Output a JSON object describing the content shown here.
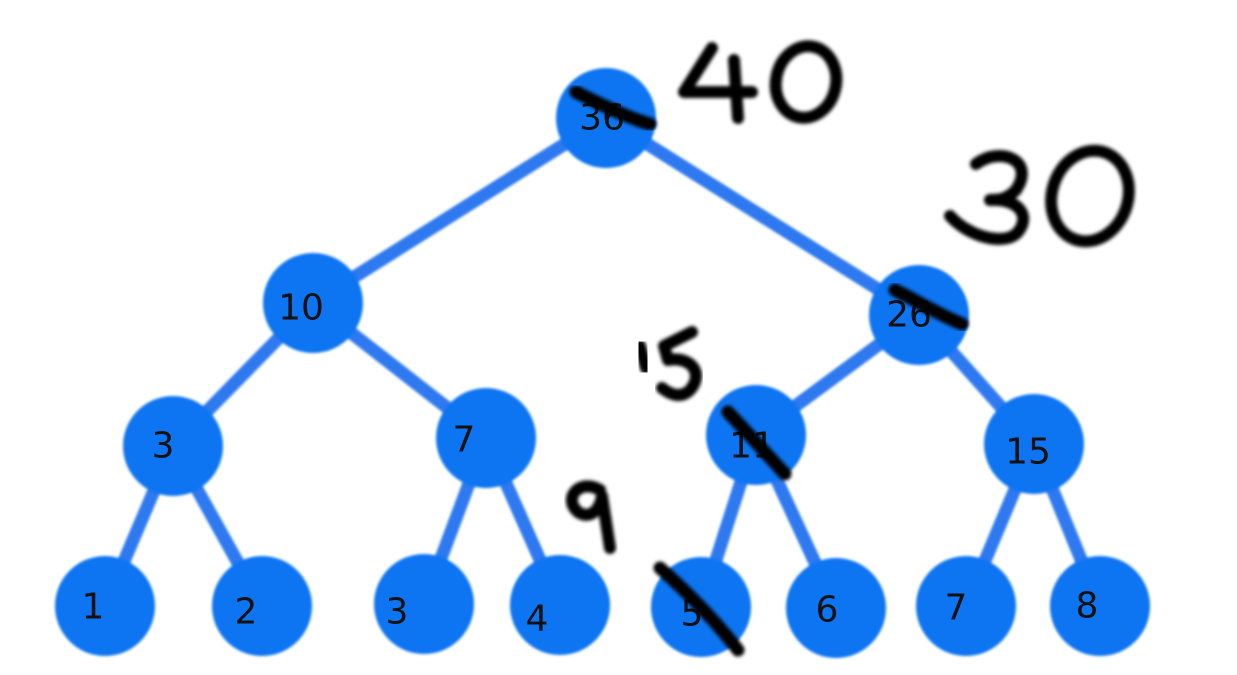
{
  "colors": {
    "edge": "#2f79f0",
    "node": "#0d74f2",
    "ink": "#000000",
    "background": "#ffffff"
  },
  "tree": {
    "root": {
      "value": "36",
      "struck": true
    },
    "level1": [
      {
        "value": "10",
        "struck": false
      },
      {
        "value": "26",
        "struck": true
      }
    ],
    "level2": [
      {
        "value": "3",
        "struck": false
      },
      {
        "value": "7",
        "struck": false
      },
      {
        "value": "11",
        "struck": true
      },
      {
        "value": "15",
        "struck": false
      }
    ],
    "leaves": [
      {
        "value": "1",
        "struck": false
      },
      {
        "value": "2",
        "struck": false
      },
      {
        "value": "3",
        "struck": false
      },
      {
        "value": "4",
        "struck": false
      },
      {
        "value": "5",
        "struck": true
      },
      {
        "value": "6",
        "struck": false
      },
      {
        "value": "7",
        "struck": false
      },
      {
        "value": "8",
        "struck": false
      }
    ]
  },
  "handwritten": [
    {
      "text": "40",
      "near": "root"
    },
    {
      "text": "30",
      "near": "node-26"
    },
    {
      "text": "15",
      "near": "node-11"
    },
    {
      "text": "9",
      "near": "leaf-5"
    }
  ]
}
